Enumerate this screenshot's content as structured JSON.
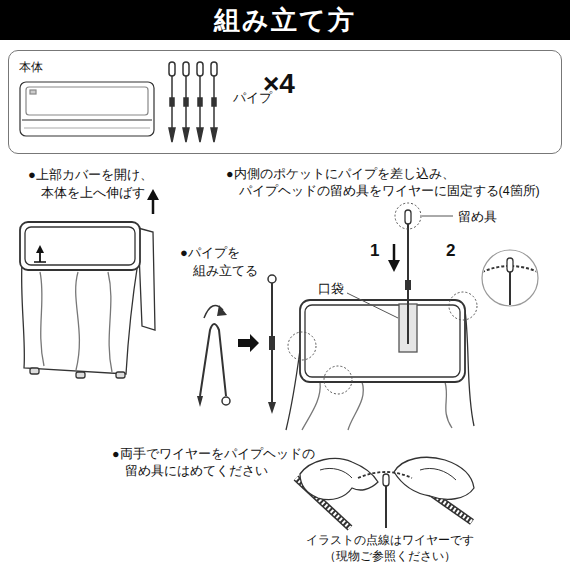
{
  "diagram": {
    "title": "組み立て方",
    "nodes": [
      {
        "text": [
          "本体",
          "パイプ",
          "×4"
        ]
      }
    ],
    "labels": [
      "●上部カバーを開け、 本体を上へ伸ばす",
      "●内側のポケットにパイプを差し込み、 パイプヘッドの留め具をワイヤーに固定する(4箇所)",
      "留め具",
      "●パイプを 組み立てる",
      "1",
      "2",
      "口袋",
      "●両手でワイヤーをパイプヘッドの 留め具にはめてください",
      "イラストの点線はワイヤーです （現物ご参照ください）"
    ]
  }
}
